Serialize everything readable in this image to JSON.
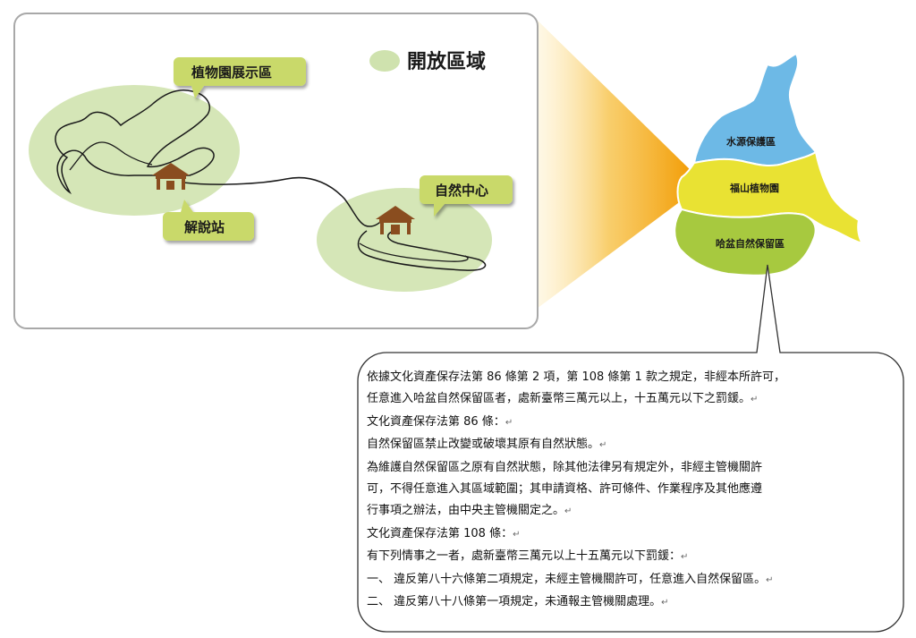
{
  "legend": {
    "label": "開放區域",
    "color": "#cfe2ae"
  },
  "callouts": {
    "garden_display": "植物園展示區",
    "visitor_station": "解說站",
    "nature_center": "自然中心"
  },
  "map_regions": {
    "water_protection": {
      "label": "水源保護區",
      "color": "#6db9e6"
    },
    "fushan_garden": {
      "label": "福山植物園",
      "color": "#e9e233"
    },
    "hapen_reserve": {
      "label": "哈盆自然保留區",
      "color": "#a7c93f"
    }
  },
  "colors": {
    "callout_fill": "#c9d96a",
    "open_area": "#d5e6b7",
    "house": "#8a4d1f",
    "beam": "#f2a400"
  },
  "notice": {
    "lines": [
      "依據文化資產保存法第 86 條第 2 項，第 108 條第 1 款之規定，非經本所許可，",
      "任意進入哈盆自然保留區者，處新臺幣三萬元以上，十五萬元以下之罰鍰。",
      "文化資產保存法第 86 條：",
      "自然保留區禁止改變或破壞其原有自然狀態。",
      "為維護自然保留區之原有自然狀態，除其他法律另有規定外，非經主管機關許",
      "可，不得任意進入其區域範圍；其申請資格、許可條件、作業程序及其他應遵",
      "行事項之辦法，由中央主管機關定之。",
      "文化資產保存法第 108 條：",
      "有下列情事之一者，處新臺幣三萬元以上十五萬元以下罰鍰：",
      "一、 違反第八十六條第二項規定，未經主管機關許可，任意進入自然保留區。",
      "二、 違反第八十八條第一項規定，未通報主管機關處理。"
    ]
  }
}
